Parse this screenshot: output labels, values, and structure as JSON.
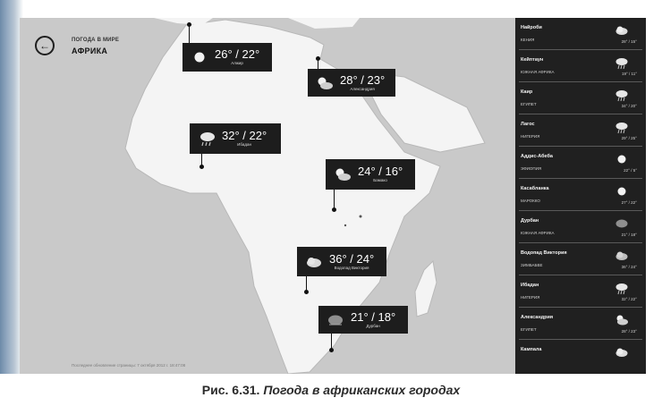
{
  "header": {
    "subtitle": "ПОГОДА В МИРЕ",
    "title": "АФРИКА"
  },
  "footer": {
    "note": "Последнее обновление страницы: 7 октября 2012 г. 18:47:08"
  },
  "map_cities": [
    {
      "temp": "26° / 22°",
      "city": "Алжир",
      "icon": "sun-icon"
    },
    {
      "temp": "28° / 23°",
      "city": "Александрия",
      "icon": "partly-cloudy-icon"
    },
    {
      "temp": "32° / 22°",
      "city": "Ибадан",
      "icon": "rain-cloud-icon"
    },
    {
      "temp": "24° / 16°",
      "city": "Бамако",
      "icon": "partly-cloudy-icon"
    },
    {
      "temp": "36° / 24°",
      "city": "Водопад Виктория",
      "icon": "cloud-icon"
    },
    {
      "temp": "21° / 18°",
      "city": "Дурбан",
      "icon": "haze-icon"
    }
  ],
  "sidebar": [
    {
      "city": "Найроби",
      "country": "КЕНИЯ",
      "temp": "28° / 15°",
      "icon": "cloud-icon"
    },
    {
      "city": "Кейптаун",
      "country": "ЮЖНАЯ АФРИКА",
      "temp": "19° / 11°",
      "icon": "rain-cloud-icon"
    },
    {
      "city": "Каир",
      "country": "ЕГИПЕТ",
      "temp": "34° / 20°",
      "icon": "rain-cloud-icon"
    },
    {
      "city": "Лагос",
      "country": "НИГЕРИЯ",
      "temp": "29° / 25°",
      "icon": "rain-cloud-icon"
    },
    {
      "city": "Аддис-Абеба",
      "country": "ЭФИОПИЯ",
      "temp": "22° / 5°",
      "icon": "sun-icon"
    },
    {
      "city": "Касабланка",
      "country": "МАРОККО",
      "temp": "27° / 22°",
      "icon": "sun-icon"
    },
    {
      "city": "Дурбан",
      "country": "ЮЖНАЯ АФРИКА",
      "temp": "21° / 18°",
      "icon": "haze-icon"
    },
    {
      "city": "Водопад Виктория",
      "country": "ЗИМБАБВЕ",
      "temp": "36° / 24°",
      "icon": "cloud-icon"
    },
    {
      "city": "Ибадан",
      "country": "НИГЕРИЯ",
      "temp": "32° / 22°",
      "icon": "rain-cloud-icon"
    },
    {
      "city": "Александрия",
      "country": "ЕГИПЕТ",
      "temp": "28° / 23°",
      "icon": "partly-cloudy-icon"
    },
    {
      "city": "Кампала",
      "country": "",
      "temp": "",
      "icon": "cloud-icon"
    }
  ],
  "caption": {
    "label": "Рис. 6.31.",
    "text": "Погода в африканских городах"
  },
  "colors": {
    "map_bg": "#c9c9c9",
    "land": "#f4f4f4",
    "panel": "#1d1d1d",
    "sidebar": "#202020"
  }
}
